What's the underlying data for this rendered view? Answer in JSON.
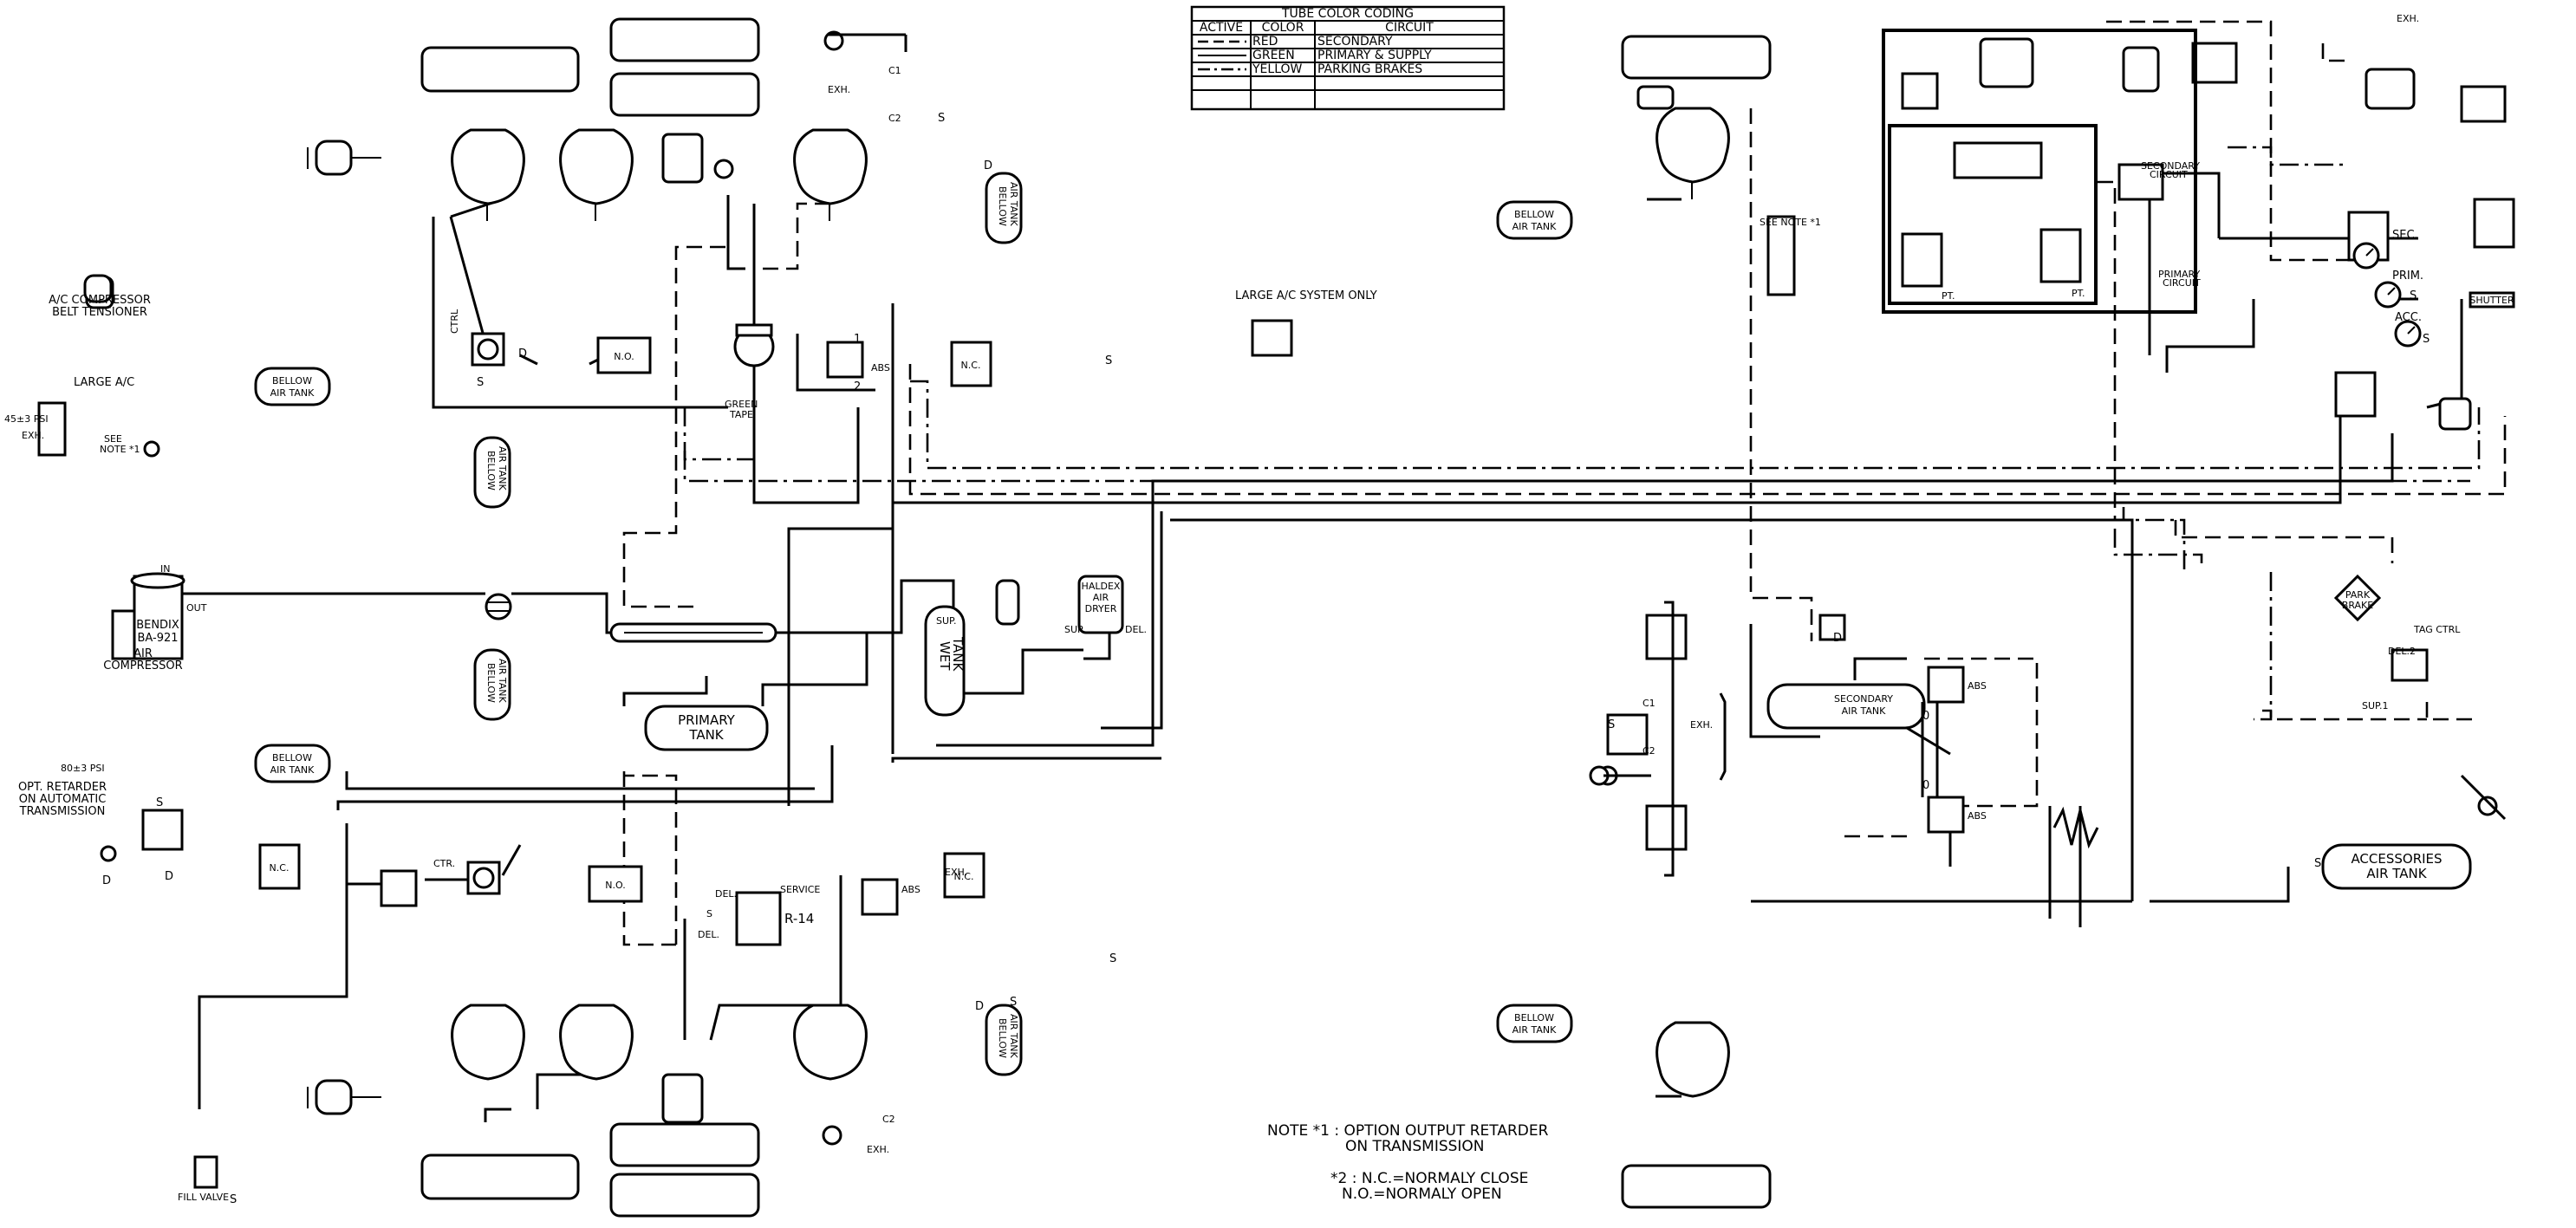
{
  "legend": {
    "title": "TUBE COLOR CODING",
    "headers": [
      "ACTIVE",
      "COLOR",
      "CIRCUIT"
    ],
    "rows": [
      {
        "color": "RED",
        "circuit": "SECONDARY"
      },
      {
        "color": "GREEN",
        "circuit": "PRIMARY & SUPPLY"
      },
      {
        "color": "YELLOW",
        "circuit": "PARKING BRAKES"
      }
    ]
  },
  "notes": {
    "note1_line1": "NOTE *1 : OPTION OUTPUT RETARDER",
    "note1_line2": "ON TRANSMISSION",
    "note2_line1": "*2 : N.C.=NORMALY CLOSE",
    "note2_line2": "N.O.=NORMALY OPEN"
  },
  "labels": {
    "belt_tensioner_1": "A/C COMPRESSOR",
    "belt_tensioner_2": "BELT TENSIONER",
    "large_ac": "LARGE A/C",
    "psi_45": "45±3 PSI",
    "exh": "EXH.",
    "see_note_1": "SEE",
    "see_note_2": "NOTE *1",
    "in": "IN",
    "out": "OUT",
    "compressor_1": "BENDIX",
    "compressor_2": "BA-921",
    "compressor_3": "AIR",
    "compressor_4": "COMPRESSOR",
    "psi_80": "80±3 PSI",
    "retarder_1": "OPT. RETARDER",
    "retarder_2": "ON AUTOMATIC",
    "retarder_3": "TRANSMISSION",
    "fill_valve": "FILL VALVE",
    "bellow_air": "BELLOW",
    "bellow_tank": "AIR TANK",
    "primary_tank_1": "PRIMARY",
    "primary_tank_2": "TANK",
    "wet_tank_1": "WET",
    "wet_tank_2": "TANK",
    "dryer_1": "HALDEX",
    "dryer_2": "AIR",
    "dryer_3": "DRYER",
    "sup": "SUP.",
    "del": "DEL.",
    "ctrl": "CTRL",
    "ctr": "CTR.",
    "service": "SERVICE",
    "r14": "R-14",
    "abs": "ABS",
    "nc": "N.C.",
    "no": "N.O.",
    "green_tape_1": "GREEN",
    "green_tape_2": "TAPE",
    "large_ac_only": "LARGE A/C SYSTEM ONLY",
    "see_note_small": "SEE NOTE *1",
    "secondary_tank_1": "SECONDARY",
    "secondary_tank_2": "AIR TANK",
    "acc_tank_1": "ACCESSORIES",
    "acc_tank_2": "AIR TANK",
    "sec": "SEC.",
    "prim": "PRIM.",
    "acc": "ACC.",
    "shutter": "SHUTTER",
    "pt": "PT.",
    "secondary_circuit_1": "SECONDARY",
    "secondary_circuit_2": "CIRCUIT",
    "primary_circuit_1": "PRIMARY",
    "primary_circuit_2": "CIRCUIT",
    "tag_ctrl": "TAG CTRL",
    "del2": "DEL.2",
    "sup1": "SUP.1",
    "park_brake_1": "PARK",
    "park_brake_2": "BRAKE",
    "s": "S",
    "d": "D",
    "c1": "C1",
    "c2": "C2",
    "one": "1",
    "two": "2",
    "zero": "0"
  }
}
